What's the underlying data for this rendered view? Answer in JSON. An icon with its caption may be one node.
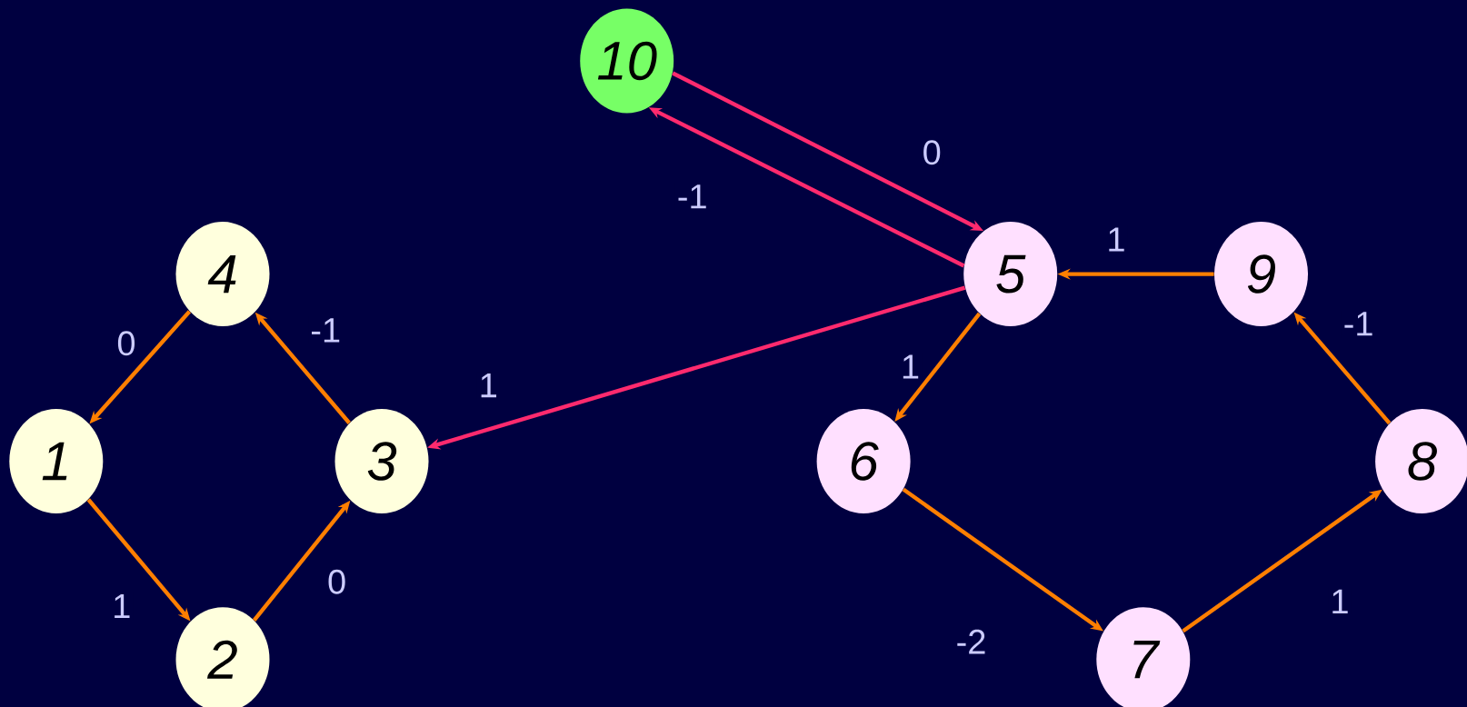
{
  "diagram": {
    "nodes": [
      {
        "text": [
          "1"
        ]
      },
      {
        "text": [
          "2"
        ]
      },
      {
        "text": [
          "3"
        ]
      },
      {
        "text": [
          "4"
        ]
      },
      {
        "text": [
          "5"
        ]
      },
      {
        "text": [
          "6"
        ]
      },
      {
        "text": [
          "7"
        ]
      },
      {
        "text": [
          "8"
        ]
      },
      {
        "text": [
          "9"
        ]
      },
      {
        "text": [
          "10"
        ]
      }
    ],
    "edges": [
      {
        "from": 3,
        "to": 0,
        "arrow": "to",
        "label": "0"
      },
      {
        "from": 0,
        "to": 1,
        "arrow": "to",
        "label": "1"
      },
      {
        "from": 1,
        "to": 2,
        "arrow": "to",
        "label": "0"
      },
      {
        "from": 2,
        "to": 3,
        "arrow": "to",
        "label": "-1"
      },
      {
        "from": 4,
        "to": 2,
        "arrow": "to",
        "label": "1",
        "color": "#ff2a6e"
      },
      {
        "from": 9,
        "to": 4,
        "arrow": "to",
        "label": "0",
        "color": "#ff2a6e"
      },
      {
        "from": 4,
        "to": 9,
        "arrow": "to",
        "label": "-1",
        "color": "#ff2a6e"
      },
      {
        "from": 8,
        "to": 4,
        "arrow": "to",
        "label": "1"
      },
      {
        "from": 4,
        "to": 5,
        "arrow": "to",
        "label": "1"
      },
      {
        "from": 5,
        "to": 6,
        "arrow": "to",
        "label": "-2"
      },
      {
        "from": 6,
        "to": 7,
        "arrow": "to",
        "label": "1"
      },
      {
        "from": 7,
        "to": 8,
        "arrow": "to",
        "label": "-1"
      }
    ]
  }
}
